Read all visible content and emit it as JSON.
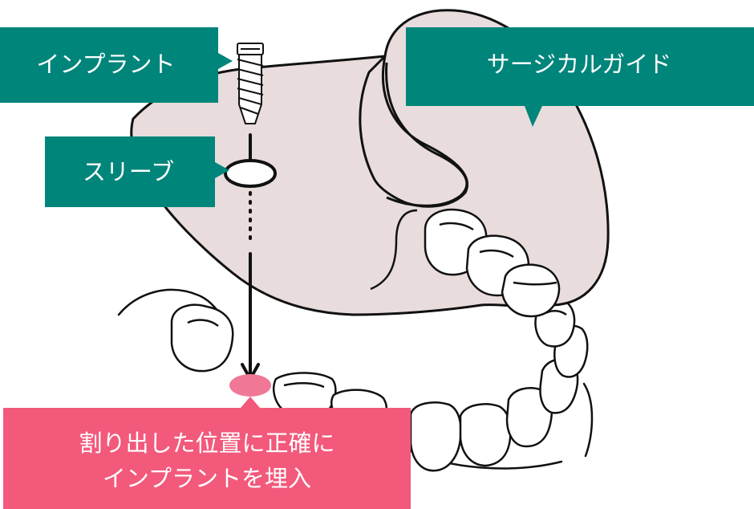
{
  "labels": {
    "implant": "インプラント",
    "surgical_guide": "サージカルガイド",
    "sleeve": "スリーブ",
    "result_line1": "割り出した位置に正確に",
    "result_line2": "インプラントを埋入"
  },
  "colors": {
    "callout_green": "#00857A",
    "callout_pink": "#F2597B",
    "guide_fill": "#E8DCDC",
    "target_dot": "#F07896",
    "outline": "#111111"
  }
}
